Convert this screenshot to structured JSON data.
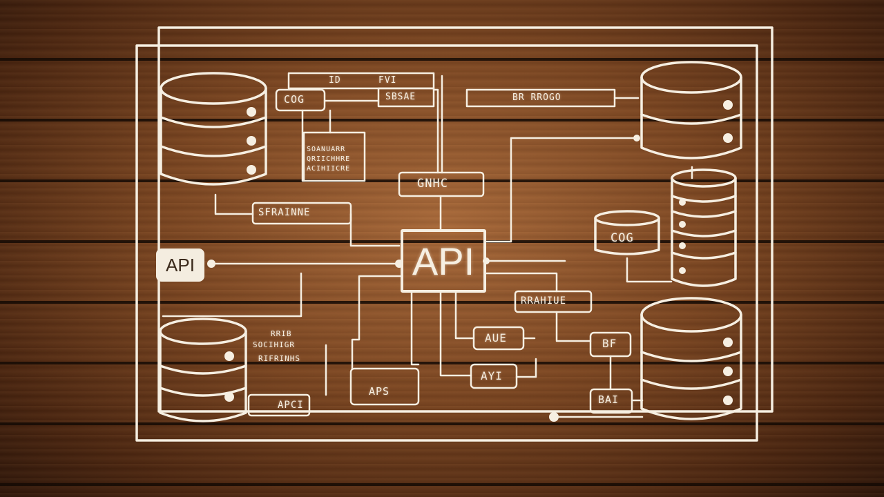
{
  "diagram": {
    "central_node": "API",
    "left_api_node": "API",
    "labels": {
      "top_cog": "COG",
      "top_left_sm": "ID",
      "top_right_sm": "FVI",
      "top_sub": "SBSAE",
      "top_right_wide": "BR RROGO",
      "small_block": [
        "SOANUARR",
        "QRIICHHRE",
        "ACIHIICRE"
      ],
      "center_top": "GNHC",
      "left_flow": "SFRAINNE",
      "right_flow": "RRAHIUE",
      "cog_right": "COG",
      "aue": "AUE",
      "ayi": "AYI",
      "bf": "BF",
      "bai": "BAI",
      "aps": "APS",
      "api_small": "APCI",
      "bottom_left_notes": [
        "RRIB",
        "SOCIHIGR",
        "RIFRINHS"
      ]
    },
    "colors": {
      "chalk": "#f6efe2",
      "wood_dark": "#2e160a",
      "wood_light": "#a8693a"
    },
    "icon_names": [
      "database-icon",
      "stacked-disk-icon"
    ]
  }
}
